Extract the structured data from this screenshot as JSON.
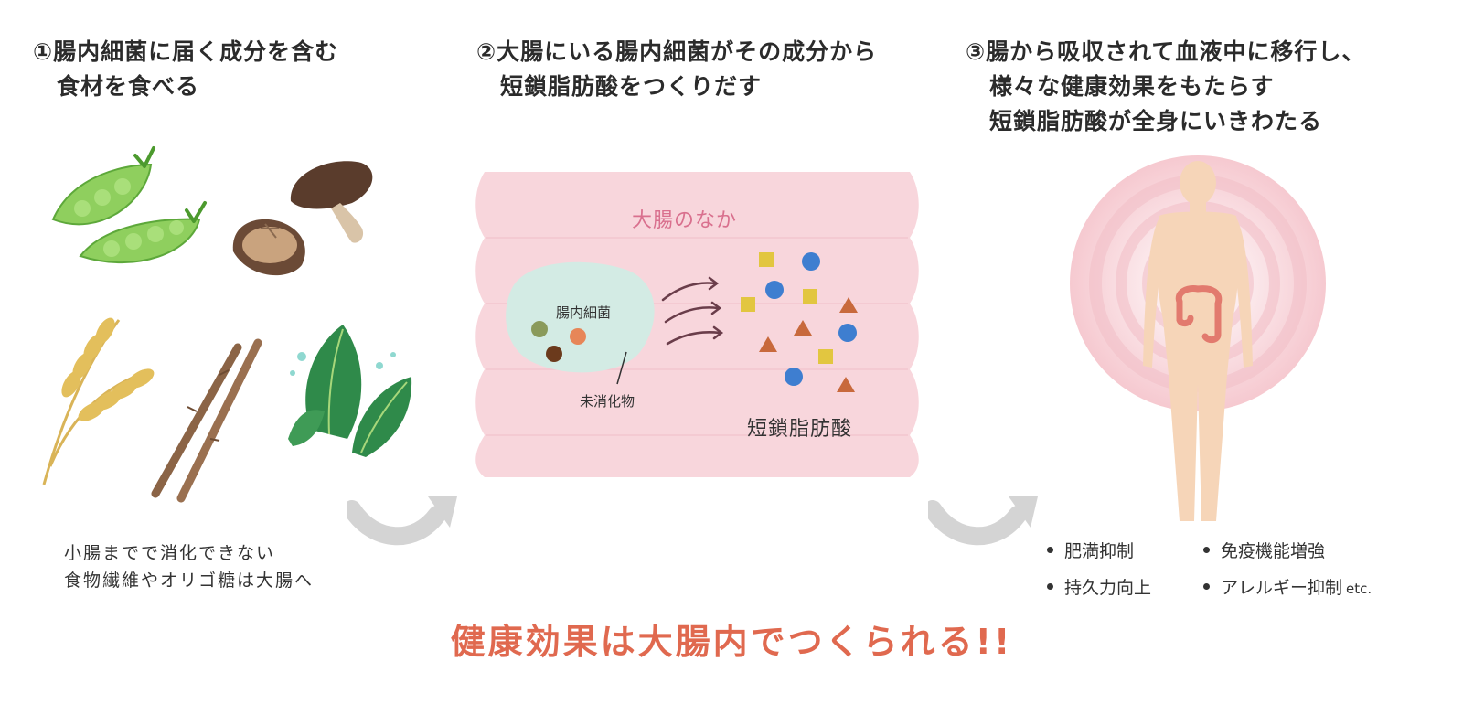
{
  "steps": [
    {
      "lines": [
        "①腸内細菌に届く成分を含む",
        "　食材を食べる"
      ]
    },
    {
      "lines": [
        "②大腸にいる腸内細菌がその成分から",
        "　短鎖脂肪酸をつくりだす"
      ]
    },
    {
      "lines": [
        "③腸から吸収されて血液中に移行し、",
        "　様々な健康効果をもたらす",
        "　短鎖脂肪酸が全身にいきわたる"
      ]
    }
  ],
  "note": {
    "lines": [
      "小腸までで消化できない",
      "食物繊維やオリゴ糖は大腸へ"
    ]
  },
  "colon": {
    "title": "大腸のなか",
    "bacteria_label": "腸内細菌",
    "undigested_label": "未消化物",
    "scfa_label": "短鎖脂肪酸"
  },
  "benefits": [
    "肥満抑制",
    "免疫機能増強",
    "持久力向上",
    "アレルギー抑制"
  ],
  "benefits_suffix": "etc.",
  "headline": "健康効果は大腸内でつくられる!!",
  "colors": {
    "colon_bg": "#f8d6dc",
    "bacteria_bg": "#d3ebe4",
    "accent_red": "#e0694f",
    "square": "#e2c640",
    "circle": "#3e7ed0",
    "triangle": "#c8693c",
    "arrow_gray": "#d4d4d4",
    "body": "#f6d5b8"
  },
  "icons": [
    "pea-pod-icon",
    "shiitake-mushroom-icon",
    "wheat-icon",
    "burdock-root-icon",
    "kale-leaf-icon",
    "human-body-icon",
    "intestine-icon"
  ]
}
